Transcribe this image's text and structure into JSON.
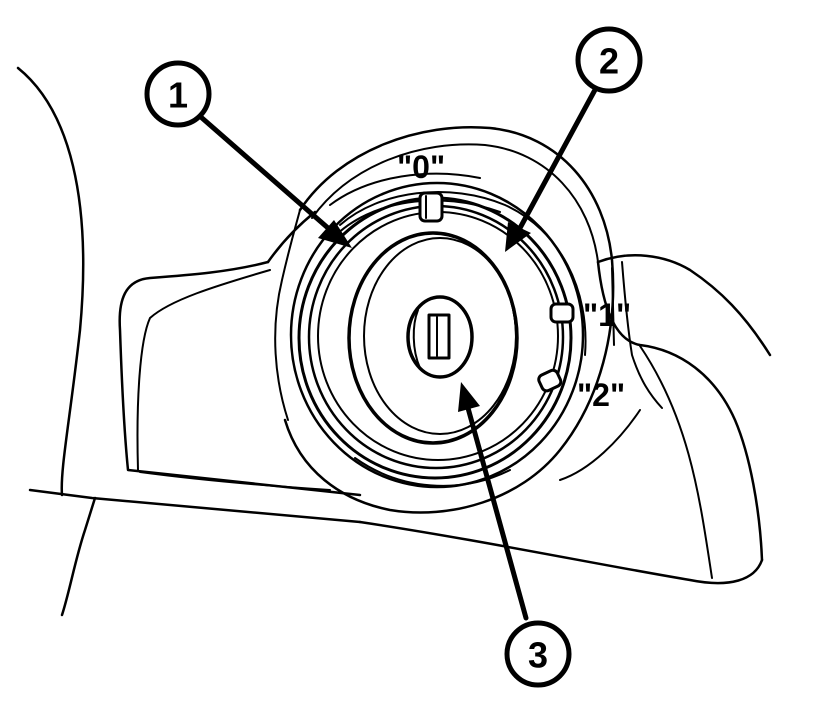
{
  "positions": {
    "off": "\"0\"",
    "first": "\"1\"",
    "second": "\"2\""
  },
  "callouts": [
    {
      "id": "1"
    },
    {
      "id": "2"
    },
    {
      "id": "3"
    }
  ]
}
